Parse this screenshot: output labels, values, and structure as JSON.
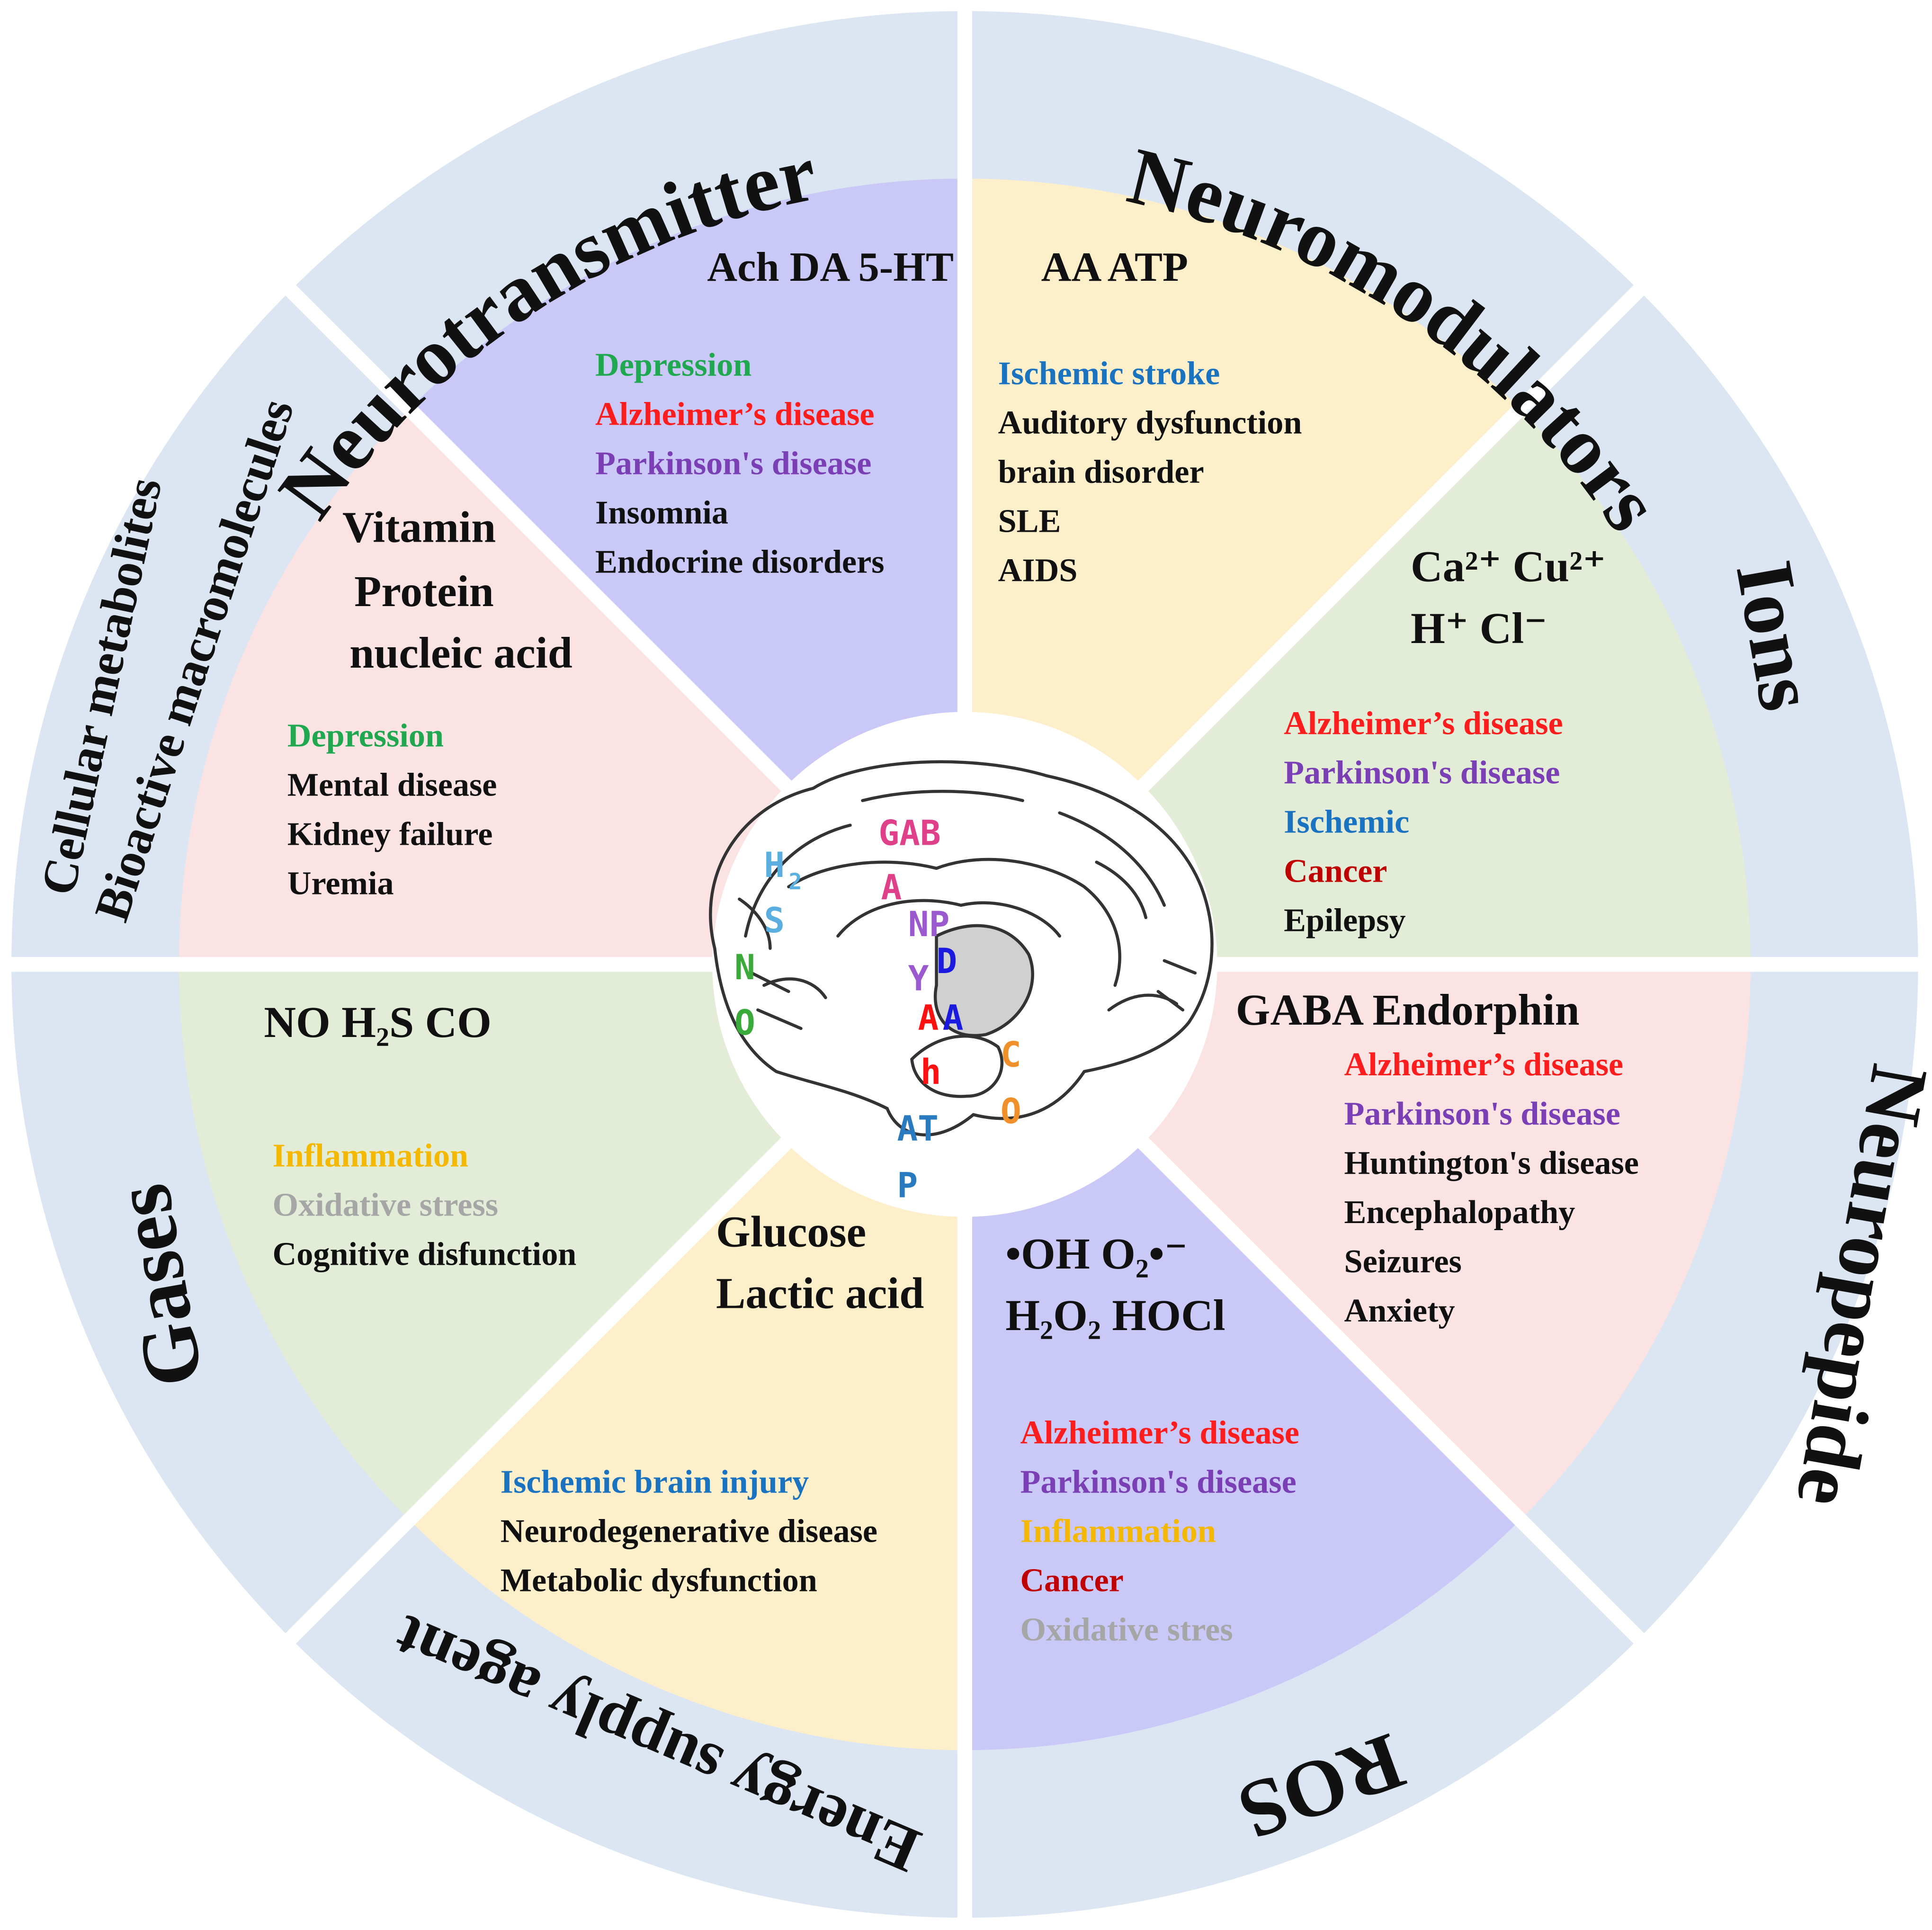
{
  "ring_titles": {
    "neurotransmitter": "Neurotransmitter",
    "neuromodulators": "Neuromodulators",
    "ions": "Ions",
    "neuropepide": "Neuropepide",
    "ros": "ROS",
    "energy": "Energy supply agent",
    "gases": "Gases",
    "cellular_1": "Cellular metabolites",
    "cellular_2": "Bioactive macromolecules"
  },
  "sectors": {
    "neurotransmitter": {
      "header": "Ach DA 5-HT",
      "diseases": [
        {
          "text": "Depression",
          "color": "#1fa84f"
        },
        {
          "text": "Alzheimer’s disease",
          "color": "#ff1c1c"
        },
        {
          "text": "Parkinson's disease",
          "color": "#7b3fb5"
        },
        {
          "text": "Insomnia",
          "color": "#111111"
        },
        {
          "text": "Endocrine disorders",
          "color": "#111111"
        }
      ]
    },
    "neuromodulators": {
      "header": "AA ATP",
      "diseases": [
        {
          "text": "Ischemic stroke",
          "color": "#1a73c0"
        },
        {
          "text": "Auditory dysfunction",
          "color": "#111111"
        },
        {
          "text": "brain disorder",
          "color": "#111111"
        },
        {
          "text": "SLE",
          "color": "#111111"
        },
        {
          "text": "AIDS",
          "color": "#111111"
        }
      ]
    },
    "ions": {
      "header_line1": "Ca²⁺ Cu²⁺",
      "header_line2": "H⁺ Cl⁻",
      "diseases": [
        {
          "text": "Alzheimer’s disease",
          "color": "#ff1c1c"
        },
        {
          "text": "Parkinson's disease",
          "color": "#7b3fb5"
        },
        {
          "text": "Ischemic",
          "color": "#1a73c0"
        },
        {
          "text": "Cancer",
          "color": "#c00000"
        },
        {
          "text": "Epilepsy",
          "color": "#111111"
        }
      ]
    },
    "neuropepide": {
      "header": "GABA Endorphin",
      "diseases": [
        {
          "text": "Alzheimer’s disease",
          "color": "#ff1c1c"
        },
        {
          "text": "Parkinson's disease",
          "color": "#7b3fb5"
        },
        {
          "text": "Huntington's disease",
          "color": "#111111"
        },
        {
          "text": "Encephalopathy",
          "color": "#111111"
        },
        {
          "text": "Seizures",
          "color": "#111111"
        },
        {
          "text": "Anxiety",
          "color": "#111111"
        }
      ]
    },
    "ros": {
      "header_line1": "•OH  O₂•⁻",
      "header_line2": "H₂O₂ HOCl",
      "diseases": [
        {
          "text": "Alzheimer’s disease",
          "color": "#ff1c1c"
        },
        {
          "text": "Parkinson's disease",
          "color": "#7b3fb5"
        },
        {
          "text": "Inflammation",
          "color": "#f5b800"
        },
        {
          "text": "Cancer",
          "color": "#c00000"
        },
        {
          "text": "Oxidative stres",
          "color": "#a6a6a6"
        }
      ]
    },
    "energy": {
      "header_line1": "Glucose",
      "header_line2": "Lactic acid",
      "diseases": [
        {
          "text": "Ischemic brain injury",
          "color": "#1a73c0"
        },
        {
          "text": "Neurodegenerative disease",
          "color": "#111111"
        },
        {
          "text": "Metabolic dysfunction",
          "color": "#111111"
        }
      ]
    },
    "gases": {
      "header": "NO H₂S CO",
      "diseases": [
        {
          "text": "Inflammation",
          "color": "#f5b800"
        },
        {
          "text": "Oxidative stress",
          "color": "#a6a6a6"
        },
        {
          "text": "Cognitive disfunction",
          "color": "#111111"
        }
      ]
    },
    "cellular": {
      "header_line1": "Vitamin",
      "header_line2": "Protein",
      "header_line3": "nucleic acid",
      "diseases": [
        {
          "text": "Depression",
          "color": "#1fa84f"
        },
        {
          "text": "Mental disease",
          "color": "#111111"
        },
        {
          "text": "Kidney failure",
          "color": "#111111"
        },
        {
          "text": "Uremia",
          "color": "#111111"
        }
      ]
    }
  },
  "brain_labels": [
    {
      "text": "GAB",
      "color": "#e0408a"
    },
    {
      "text": "A",
      "color": "#e0408a"
    },
    {
      "text": "H",
      "color": "#5aaee0"
    },
    {
      "text": "2",
      "color": "#5aaee0"
    },
    {
      "text": "S",
      "color": "#5aaee0"
    },
    {
      "text": "N",
      "color": "#3aaa3a"
    },
    {
      "text": "O",
      "color": "#3aaa3a"
    },
    {
      "text": "NP",
      "color": "#9b59d0"
    },
    {
      "text": "Y",
      "color": "#9b59d0"
    },
    {
      "text": "D",
      "color": "#1a1ae0"
    },
    {
      "text": "A",
      "color": "#ff1010"
    },
    {
      "text": "A",
      "color": "#1a1ae0"
    },
    {
      "text": "h",
      "color": "#ff1010"
    },
    {
      "text": "C",
      "color": "#f0902a"
    },
    {
      "text": "O",
      "color": "#f0902a"
    },
    {
      "text": "AT",
      "color": "#2a7ac0"
    },
    {
      "text": "P",
      "color": "#2a7ac0"
    }
  ],
  "colors": {
    "ring": "#dbe6f2",
    "purple": "#c9c8f7",
    "yellow": "#fdefc9",
    "green": "#e2ecd6",
    "pink": "#fbe3e3"
  }
}
